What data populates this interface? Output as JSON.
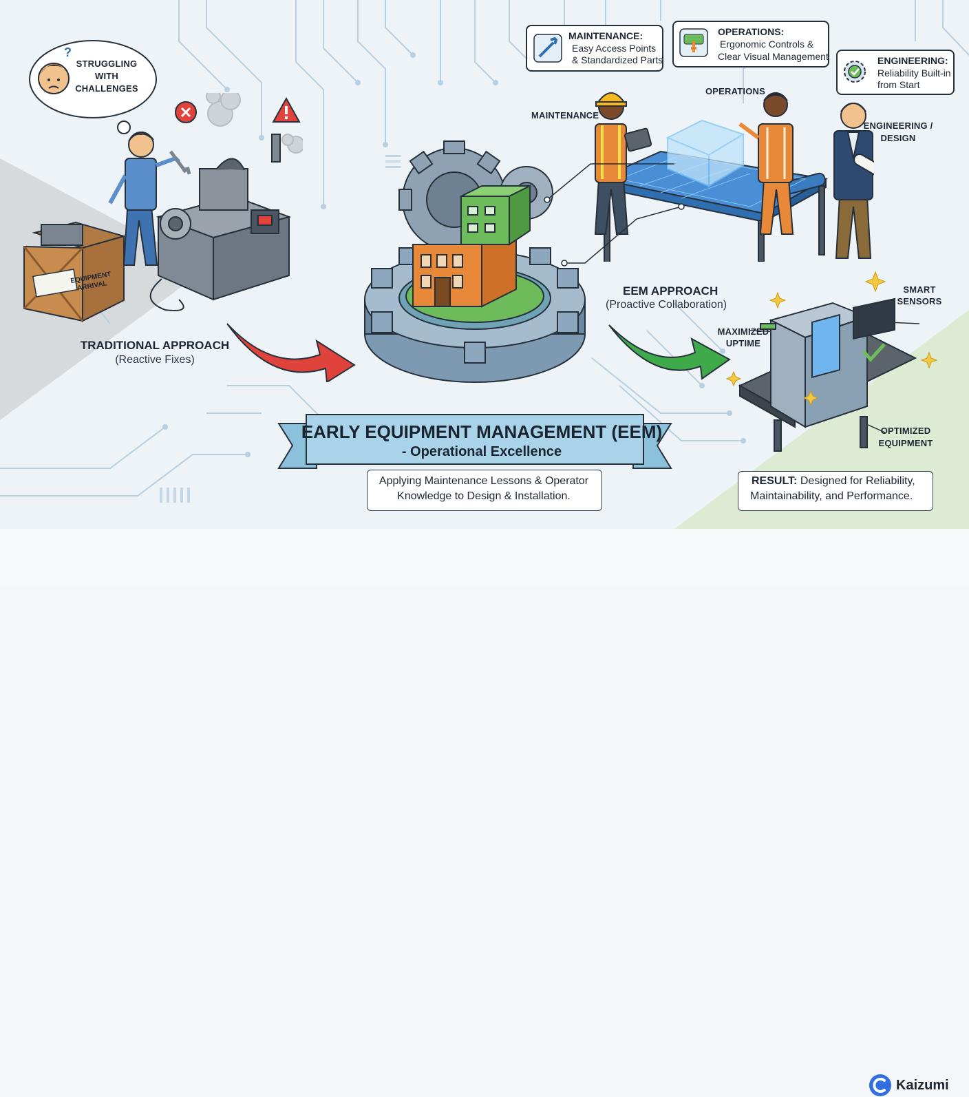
{
  "thought_bubble": {
    "q": "?",
    "line1": "STRUGGLING",
    "line2": "WITH",
    "line3": "CHALLENGES"
  },
  "crate_label": {
    "line1": "EQUIPMENT",
    "line2": "ARRIVAL"
  },
  "traditional": {
    "title": "TRADITIONAL APPROACH",
    "subtitle": "(Reactive Fixes)"
  },
  "eem_approach": {
    "title": "EEM APPROACH",
    "subtitle": "(Proactive Collaboration)"
  },
  "maintenance_callout": {
    "title": "MAINTENANCE:",
    "line1": "Easy Access Points",
    "line2": "& Standardized Parts"
  },
  "operations_callout": {
    "title": "OPERATIONS:",
    "line1": "Ergonomic Controls &",
    "line2": "Clear Visual Management"
  },
  "engineering_callout": {
    "title": "ENGINEERING:",
    "line1": "Reliability Built-in",
    "line2": "from Start"
  },
  "people_labels": {
    "maintenance": "MAINTENANCE",
    "operations": "OPERATIONS",
    "engineering_line1": "ENGINEERING /",
    "engineering_line2": "DESIGN"
  },
  "machine_labels": {
    "smart_line1": "SMART",
    "smart_line2": "SENSORS",
    "uptime_line1": "MAXIMIZED",
    "uptime_line2": "UPTIME",
    "optimized_line1": "OPTIMIZED",
    "optimized_line2": "EQUIPMENT"
  },
  "banner": {
    "title": "EARLY EQUIPMENT MANAGEMENT (EEM)",
    "subtitle": "- Operational Excellence"
  },
  "lessons_box": {
    "line1": "Applying Maintenance Lessons & Operator",
    "line2": "Knowledge to Design & Installation."
  },
  "result_box": {
    "label": "RESULT:",
    "line1": "Designed for Reliability,",
    "line2": "Maintainability, and Performance."
  },
  "brand": {
    "name": "Kaizumi"
  },
  "colors": {
    "red_arrow": "#e0433b",
    "green_arrow": "#3faa4a",
    "gear_blue": "#7e9ab3",
    "banner": "#a9d3e8",
    "orange": "#e8893a",
    "green": "#6dbb5a",
    "blueprint": "#4a8fd6",
    "logo_blue": "#2f6fe0"
  },
  "icons": [
    "question-icon",
    "error-x-icon",
    "warning-icon",
    "wrench-icon",
    "touch-control-icon",
    "check-gear-icon",
    "sparkle-icon",
    "kaizumi-logo-icon"
  ]
}
